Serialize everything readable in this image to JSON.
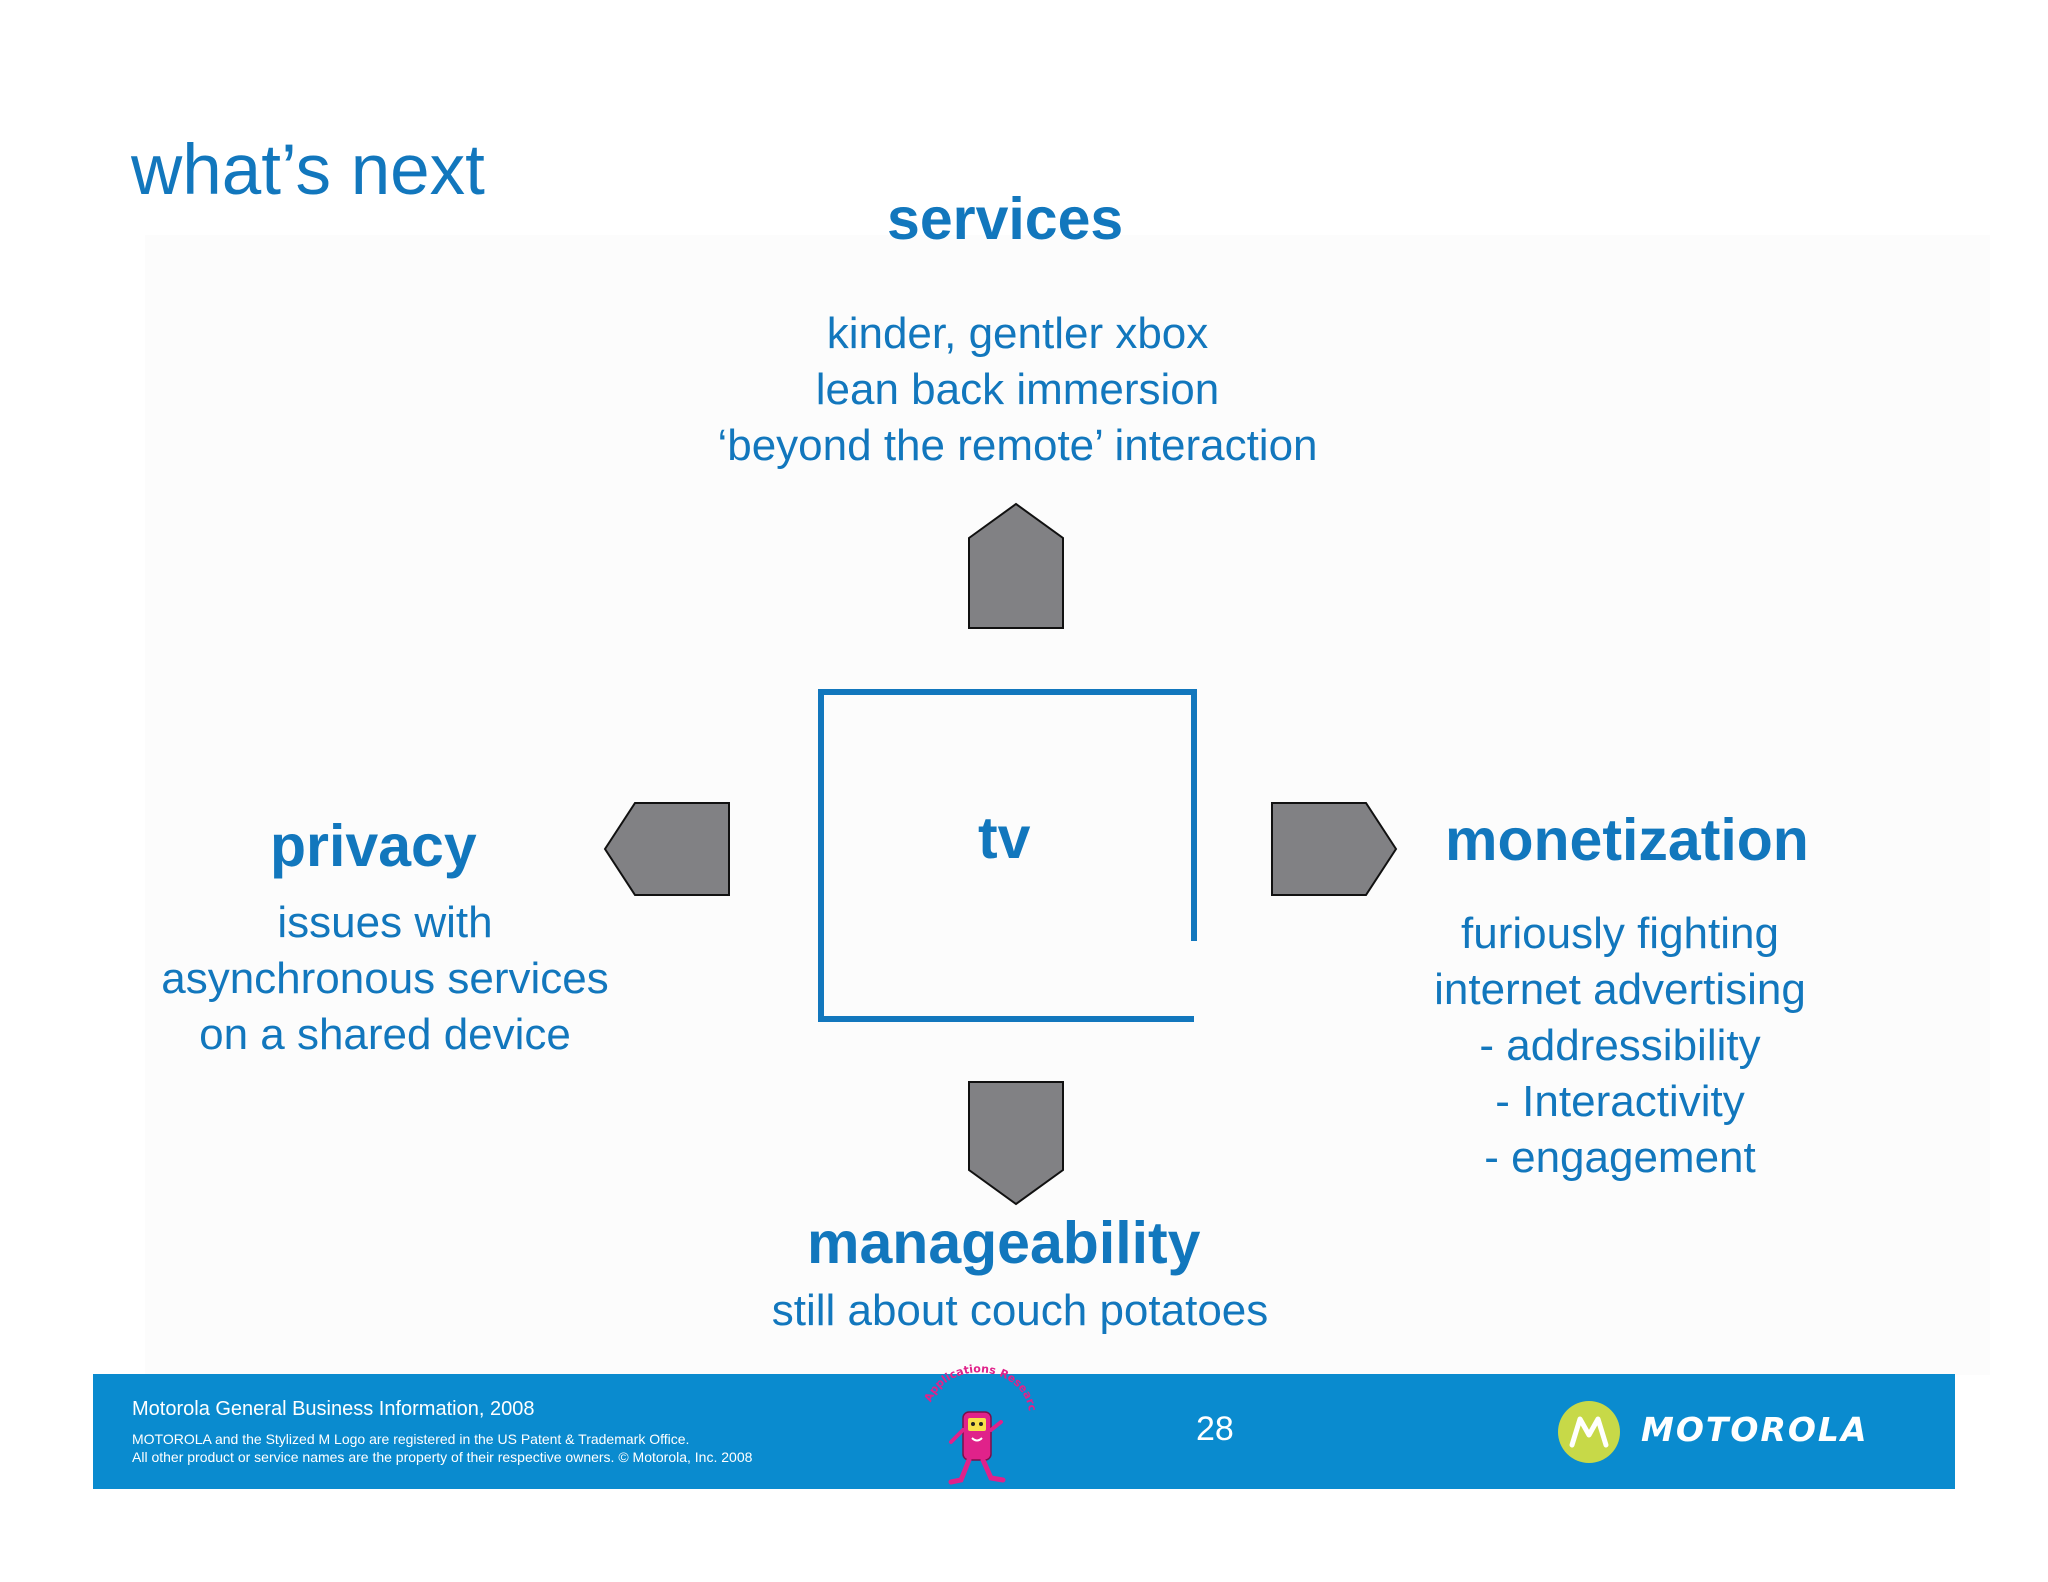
{
  "slide": {
    "title": "what’s next",
    "center_label": "tv",
    "services": {
      "heading": "services",
      "lines": [
        "kinder, gentler xbox",
        "lean back immersion",
        "‘beyond the remote’ interaction"
      ]
    },
    "privacy": {
      "heading": "privacy",
      "lines": [
        "issues with",
        "asynchronous services",
        "on a shared device"
      ]
    },
    "monetization": {
      "heading": "monetization",
      "lines": [
        "furiously fighting",
        "internet advertising",
        "- addressibility",
        "- Interactivity",
        "- engagement"
      ]
    },
    "manageability": {
      "heading": "manageability",
      "lines": [
        "still about couch potatoes"
      ]
    }
  },
  "footer": {
    "info": "Motorola General Business Information,  2008",
    "legal_1": "MOTOROLA and the Stylized M Logo are registered in the US Patent & Trademark Office.",
    "legal_2": "All other product or service names are the property of their respective owners. © Motorola, Inc. 2008",
    "page_number": "28",
    "brand": "MOTOROLA",
    "mascot_text": "Applications Research"
  },
  "colors": {
    "accent_blue": "#1277bd",
    "footer_blue": "#0a8bcf",
    "arrow_gray": "#818184",
    "logo_green": "#c7d948"
  }
}
